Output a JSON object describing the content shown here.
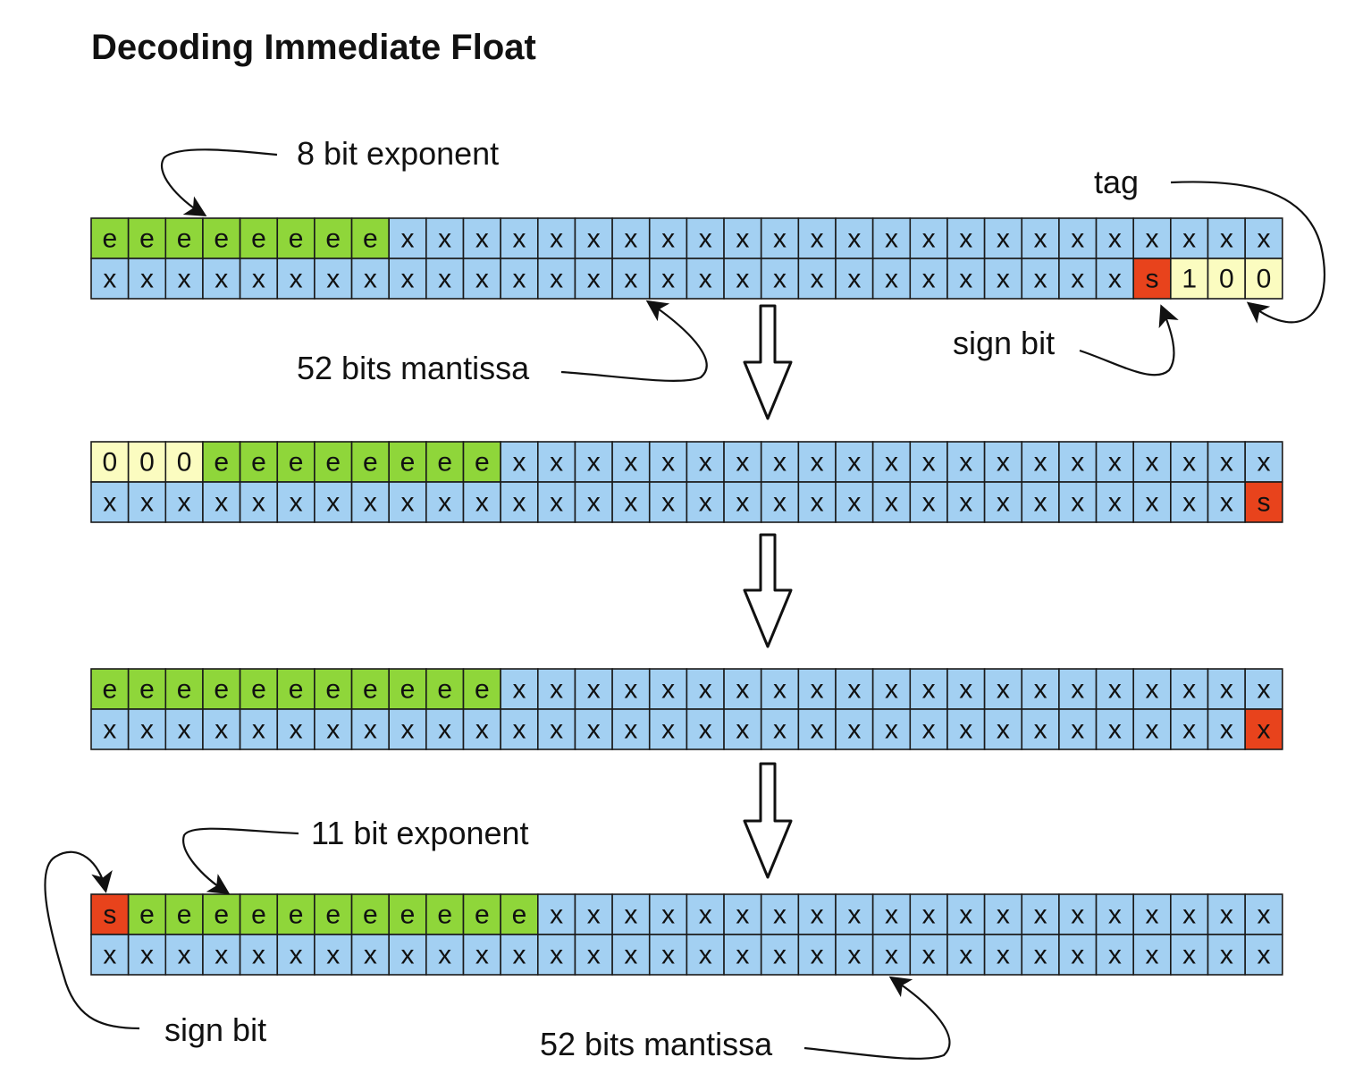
{
  "title": "Decoding Immediate Float",
  "colors": {
    "e": "#8fd63a",
    "x": "#a3d0f2",
    "s": "#e8431c",
    "t": "#fbfcc0"
  },
  "rows": [
    {
      "name": "input-word",
      "top": "eeeeeeeexxxxxxxxxxxxxxxxxxxxxxxx",
      "bottom": "xxxxxxxxxxxxxxxxxxxxxxxxxxxxs100",
      "top_colors": "eeeeeeeexxxxxxxxxxxxxxxxxxxxxxxx",
      "bottom_colors": "xxxxxxxxxxxxxxxxxxxxxxxxxxxxsttt"
    },
    {
      "name": "shifted-word",
      "top": "000eeeeeeeexxxxxxxxxxxxxxxxxxxxx",
      "bottom": "xxxxxxxxxxxxxxxxxxxxxxxxxxxxxxxs",
      "top_colors": "ttteeeeeeeexxxxxxxxxxxxxxxxxxxxx",
      "bottom_colors": "xxxxxxxxxxxxxxxxxxxxxxxxxxxxxxxs"
    },
    {
      "name": "biased-word",
      "top": "eeeeeeeeeeexxxxxxxxxxxxxxxxxxxxx",
      "bottom": "xxxxxxxxxxxxxxxxxxxxxxxxxxxxxxxx",
      "top_colors": "eeeeeeeeeeexxxxxxxxxxxxxxxxxxxxx",
      "bottom_colors": "xxxxxxxxxxxxxxxxxxxxxxxxxxxxxxxs"
    },
    {
      "name": "output-double",
      "top": "seeeeeeeeeeexxxxxxxxxxxxxxxxxxxx",
      "bottom": "xxxxxxxxxxxxxxxxxxxxxxxxxxxxxxxx",
      "top_colors": "seeeeeeeeeeexxxxxxxxxxxxxxxxxxxx",
      "bottom_colors": "xxxxxxxxxxxxxxxxxxxxxxxxxxxxxxxx"
    }
  ],
  "labels": {
    "exponent_8": "8 bit exponent",
    "tag": "tag",
    "mantissa_top": "52 bits mantissa",
    "sign_bit_top": "sign bit",
    "exponent_11": "11 bit exponent",
    "sign_bit_bottom": "sign bit",
    "mantissa_bottom": "52 bits mantissa"
  }
}
